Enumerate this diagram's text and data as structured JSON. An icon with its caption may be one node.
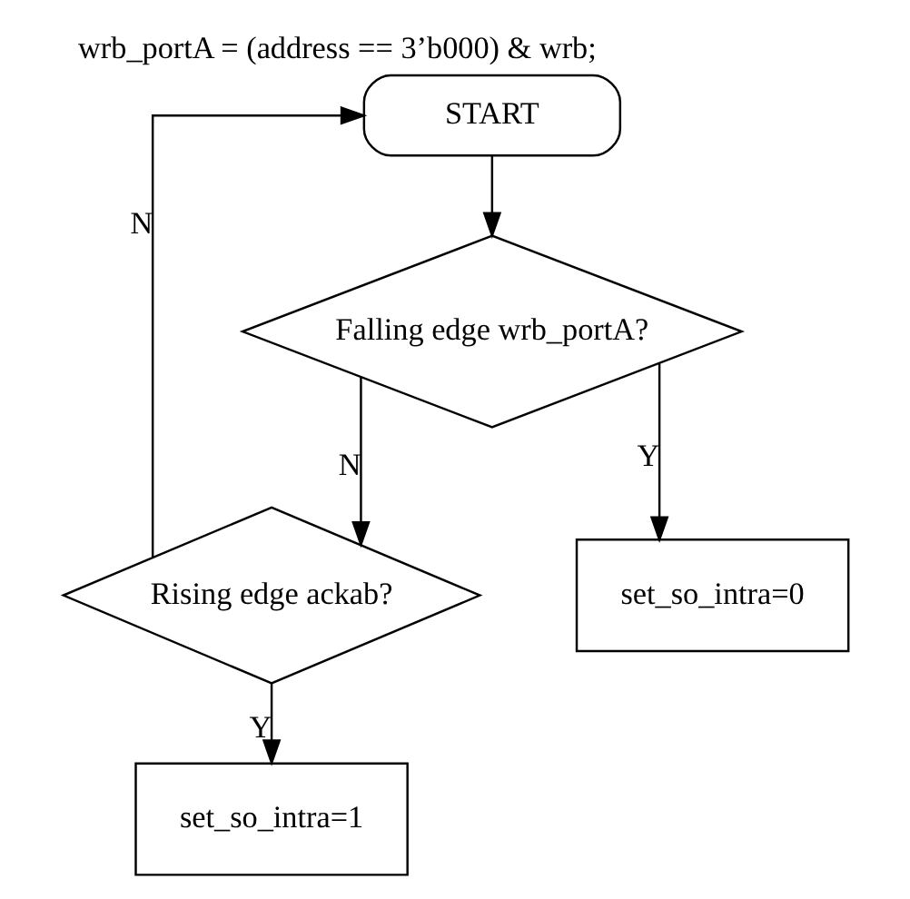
{
  "diagram": {
    "title": "wrb_portA = (address == 3’b000) & wrb;",
    "nodes": [
      {
        "text": [
          "START"
        ]
      },
      {
        "text": [
          "Falling edge wrb_portA?"
        ]
      },
      {
        "text": [
          "Rising edge ackab?"
        ]
      },
      {
        "text": [
          "set_so_intra=0"
        ]
      },
      {
        "text": [
          "set_so_intra=1"
        ]
      }
    ],
    "edges": [
      {
        "from": 0,
        "to": 1,
        "arrow": "to"
      },
      {
        "from": 1,
        "to": 2,
        "arrow": "to",
        "label": "N"
      },
      {
        "from": 1,
        "to": 3,
        "arrow": "to",
        "label": "Y"
      },
      {
        "from": 2,
        "to": 0,
        "arrow": "to",
        "label": "N"
      },
      {
        "from": 2,
        "to": 4,
        "arrow": "to",
        "label": "Y"
      }
    ]
  }
}
